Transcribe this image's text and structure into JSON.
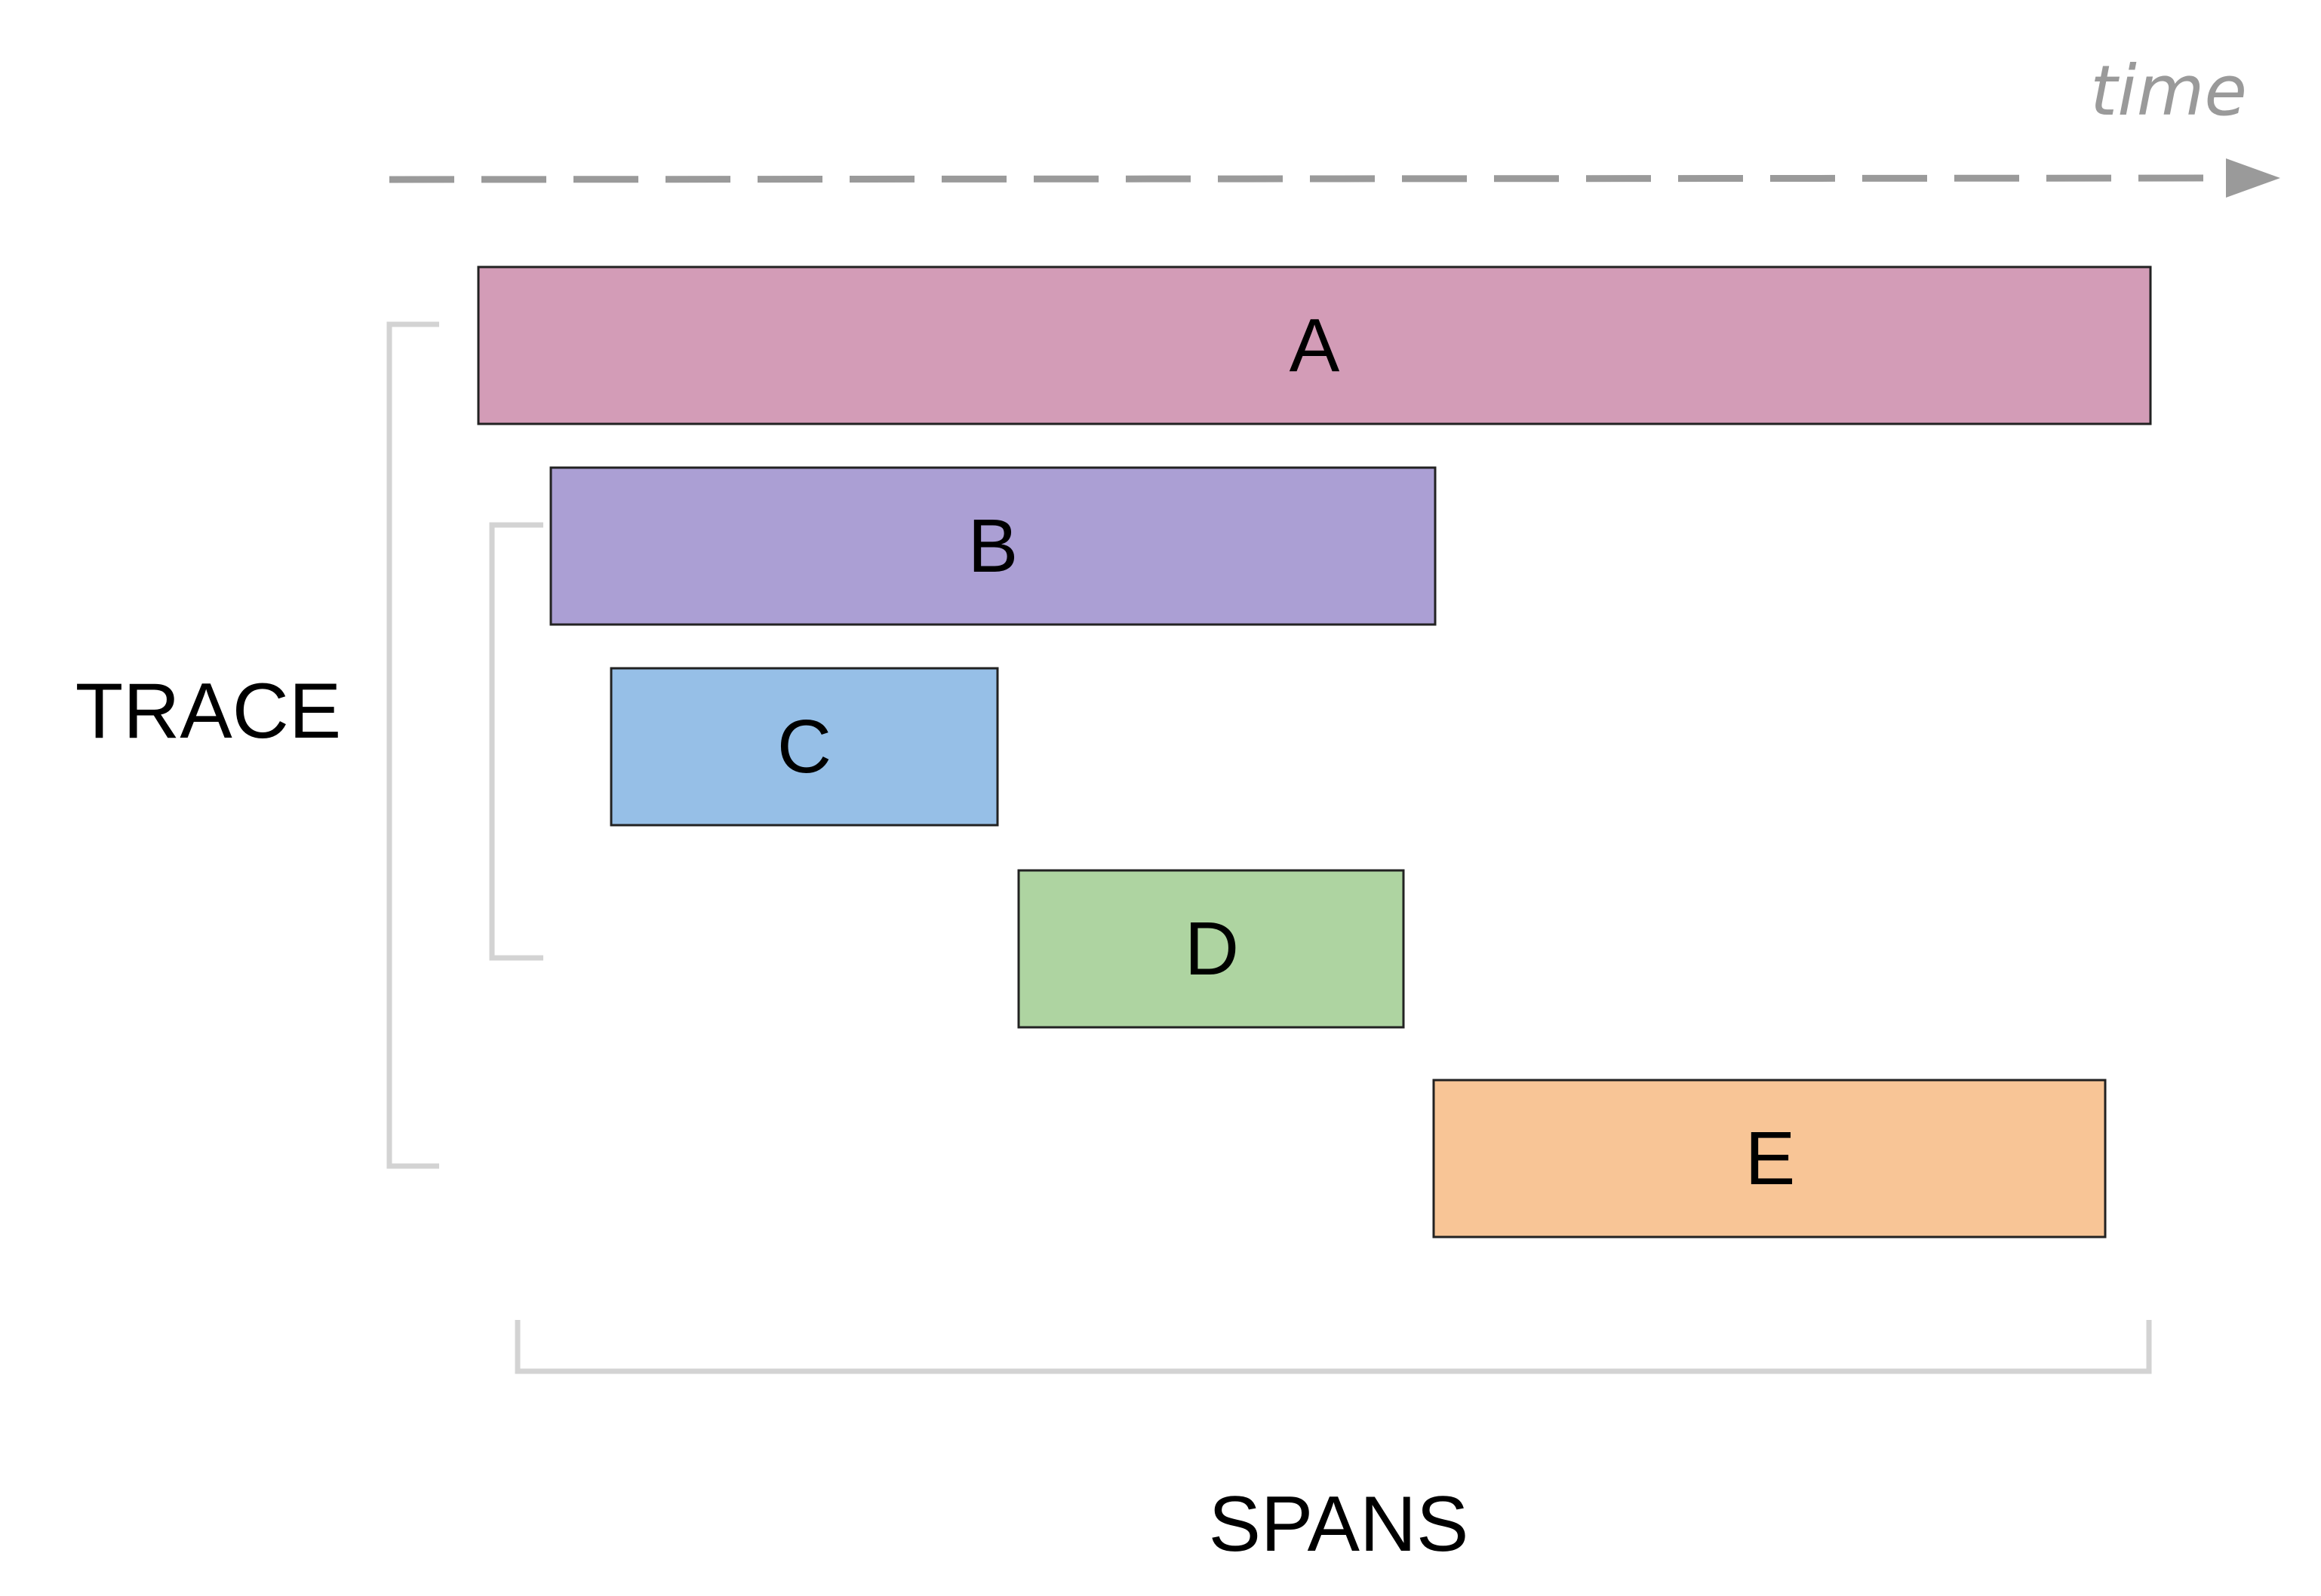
{
  "time_label": "time",
  "trace_label": "TRACE",
  "spans_label": "SPANS",
  "spans": [
    {
      "id": "A",
      "label": "A",
      "color": "#d39cb7",
      "level": 0
    },
    {
      "id": "B",
      "label": "B",
      "color": "#ab9fd4",
      "level": 1
    },
    {
      "id": "C",
      "label": "C",
      "color": "#96bfe7",
      "level": 2
    },
    {
      "id": "D",
      "label": "D",
      "color": "#aed4a1",
      "level": 2
    },
    {
      "id": "E",
      "label": "E",
      "color": "#f8c596",
      "level": 1
    }
  ],
  "colors": {
    "axis": "#9a9a9a",
    "bracket": "#d3d3d3",
    "span_border": "#222222"
  }
}
